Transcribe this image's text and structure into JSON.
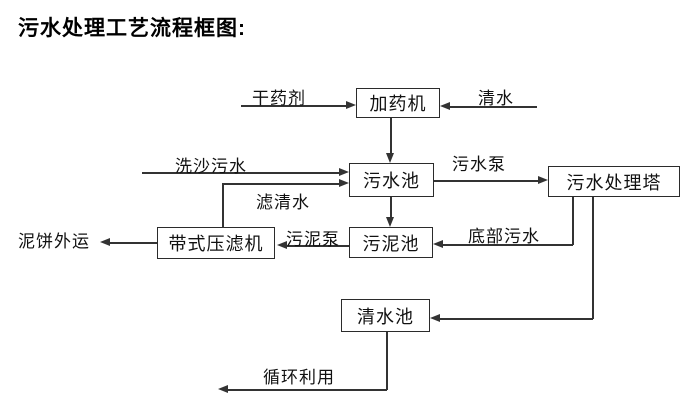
{
  "title": "污水处理工艺流程框图:",
  "colors": {
    "background": "#ffffff",
    "line": "#333333",
    "box_border": "#2b2b2b",
    "text": "#000000"
  },
  "diagram": {
    "type": "flowchart",
    "nodes": {
      "dosing_machine": "加药机",
      "sewage_pool": "污水池",
      "sewage_treatment_tower": "污水处理塔",
      "sludge_pool": "污泥池",
      "belt_filter_press": "带式压滤机",
      "clear_water_pool": "清水池"
    },
    "flow_labels": {
      "dry_agent": "干药剂",
      "clear_water": "清水",
      "sand_wash_sewage": "洗沙污水",
      "filtered_water": "滤清水",
      "sewage_pump": "污水泵",
      "sludge_pump": "污泥泵",
      "mud_cake_outbound": "泥饼外运",
      "bottom_sewage": "底部污水",
      "recycling": "循环利用"
    },
    "edges": [
      {
        "source": "external",
        "target": "dosing_machine",
        "label_key": "dry_agent"
      },
      {
        "source": "external",
        "target": "dosing_machine",
        "label_key": "clear_water"
      },
      {
        "source": "dosing_machine",
        "target": "sewage_pool",
        "label_key": ""
      },
      {
        "source": "external",
        "target": "sewage_pool",
        "label_key": "sand_wash_sewage"
      },
      {
        "source": "belt_filter_press",
        "target": "sewage_pool",
        "label_key": "filtered_water"
      },
      {
        "source": "sewage_pool",
        "target": "sewage_treatment_tower",
        "label_key": "sewage_pump"
      },
      {
        "source": "sewage_pool",
        "target": "sludge_pool",
        "label_key": ""
      },
      {
        "source": "sewage_treatment_tower",
        "target": "sludge_pool",
        "label_key": "bottom_sewage"
      },
      {
        "source": "sludge_pool",
        "target": "belt_filter_press",
        "label_key": "sludge_pump"
      },
      {
        "source": "belt_filter_press",
        "target": "external",
        "label_key": "mud_cake_outbound"
      },
      {
        "source": "sewage_treatment_tower",
        "target": "clear_water_pool",
        "label_key": ""
      },
      {
        "source": "clear_water_pool",
        "target": "external",
        "label_key": "recycling"
      }
    ]
  }
}
